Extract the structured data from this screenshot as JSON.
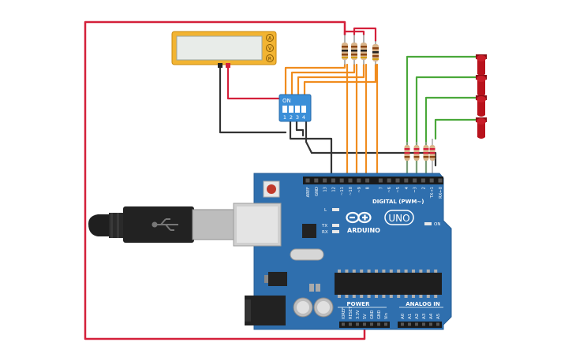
{
  "multimeter": {
    "terminals": [
      "A",
      "V",
      "R"
    ]
  },
  "dip_switch": {
    "on_label": "ON",
    "switch_numbers": [
      "1",
      "2",
      "3",
      "4"
    ]
  },
  "arduino": {
    "logo_text": "ARDUINO",
    "model": "UNO",
    "digital_header_label": "DIGITAL (PWM~)",
    "digital_pins": [
      "AREF",
      "GND",
      "13",
      "12",
      "~11",
      "~10",
      "~9",
      "8",
      "7",
      "~6",
      "~5",
      "4",
      "~3",
      "2",
      "TX→1",
      "RX←0"
    ],
    "power_label": "POWER",
    "power_pins": [
      "IOREF",
      "RESET",
      "3.3V",
      "5V",
      "GND",
      "GND",
      "Vin"
    ],
    "analog_label": "ANALOG IN",
    "analog_pins": [
      "A0",
      "A1",
      "A2",
      "A3",
      "A4",
      "A5"
    ],
    "led_labels": {
      "l": "L",
      "tx": "TX",
      "rx": "RX",
      "on": "ON"
    }
  },
  "colors": {
    "board": "#2f6fae",
    "wire_red": "#d4203a",
    "wire_black": "#333333",
    "wire_orange": "#f08c1e",
    "wire_green": "#4aa83a",
    "led_red": "#b8121c",
    "multimeter_body": "#f2b432"
  }
}
